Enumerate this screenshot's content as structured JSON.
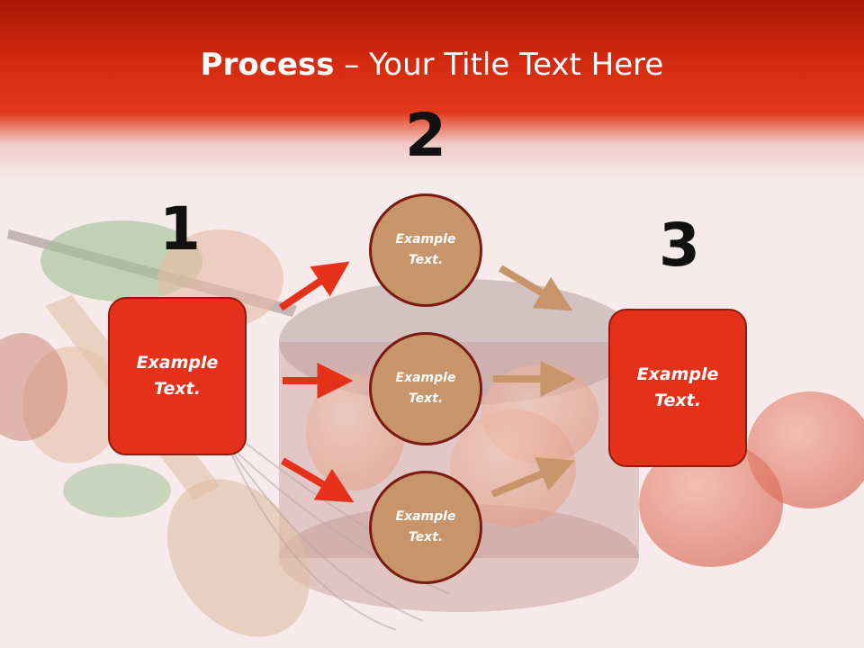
{
  "title": {
    "bold": "Process",
    "dash": " – ",
    "rest": "Your Title Text Here"
  },
  "steps": {
    "one": "1",
    "two": "2",
    "three": "3"
  },
  "left_box": {
    "text": "Example Text."
  },
  "circles": [
    {
      "text": "Example Text."
    },
    {
      "text": "Example Text."
    },
    {
      "text": "Example Text."
    }
  ],
  "right_box": {
    "text": "Example Text."
  },
  "colors": {
    "red": "#e5301a",
    "tan": "#c8956a",
    "arrow_red": "#e5301a",
    "arrow_tan": "#c8956a"
  }
}
